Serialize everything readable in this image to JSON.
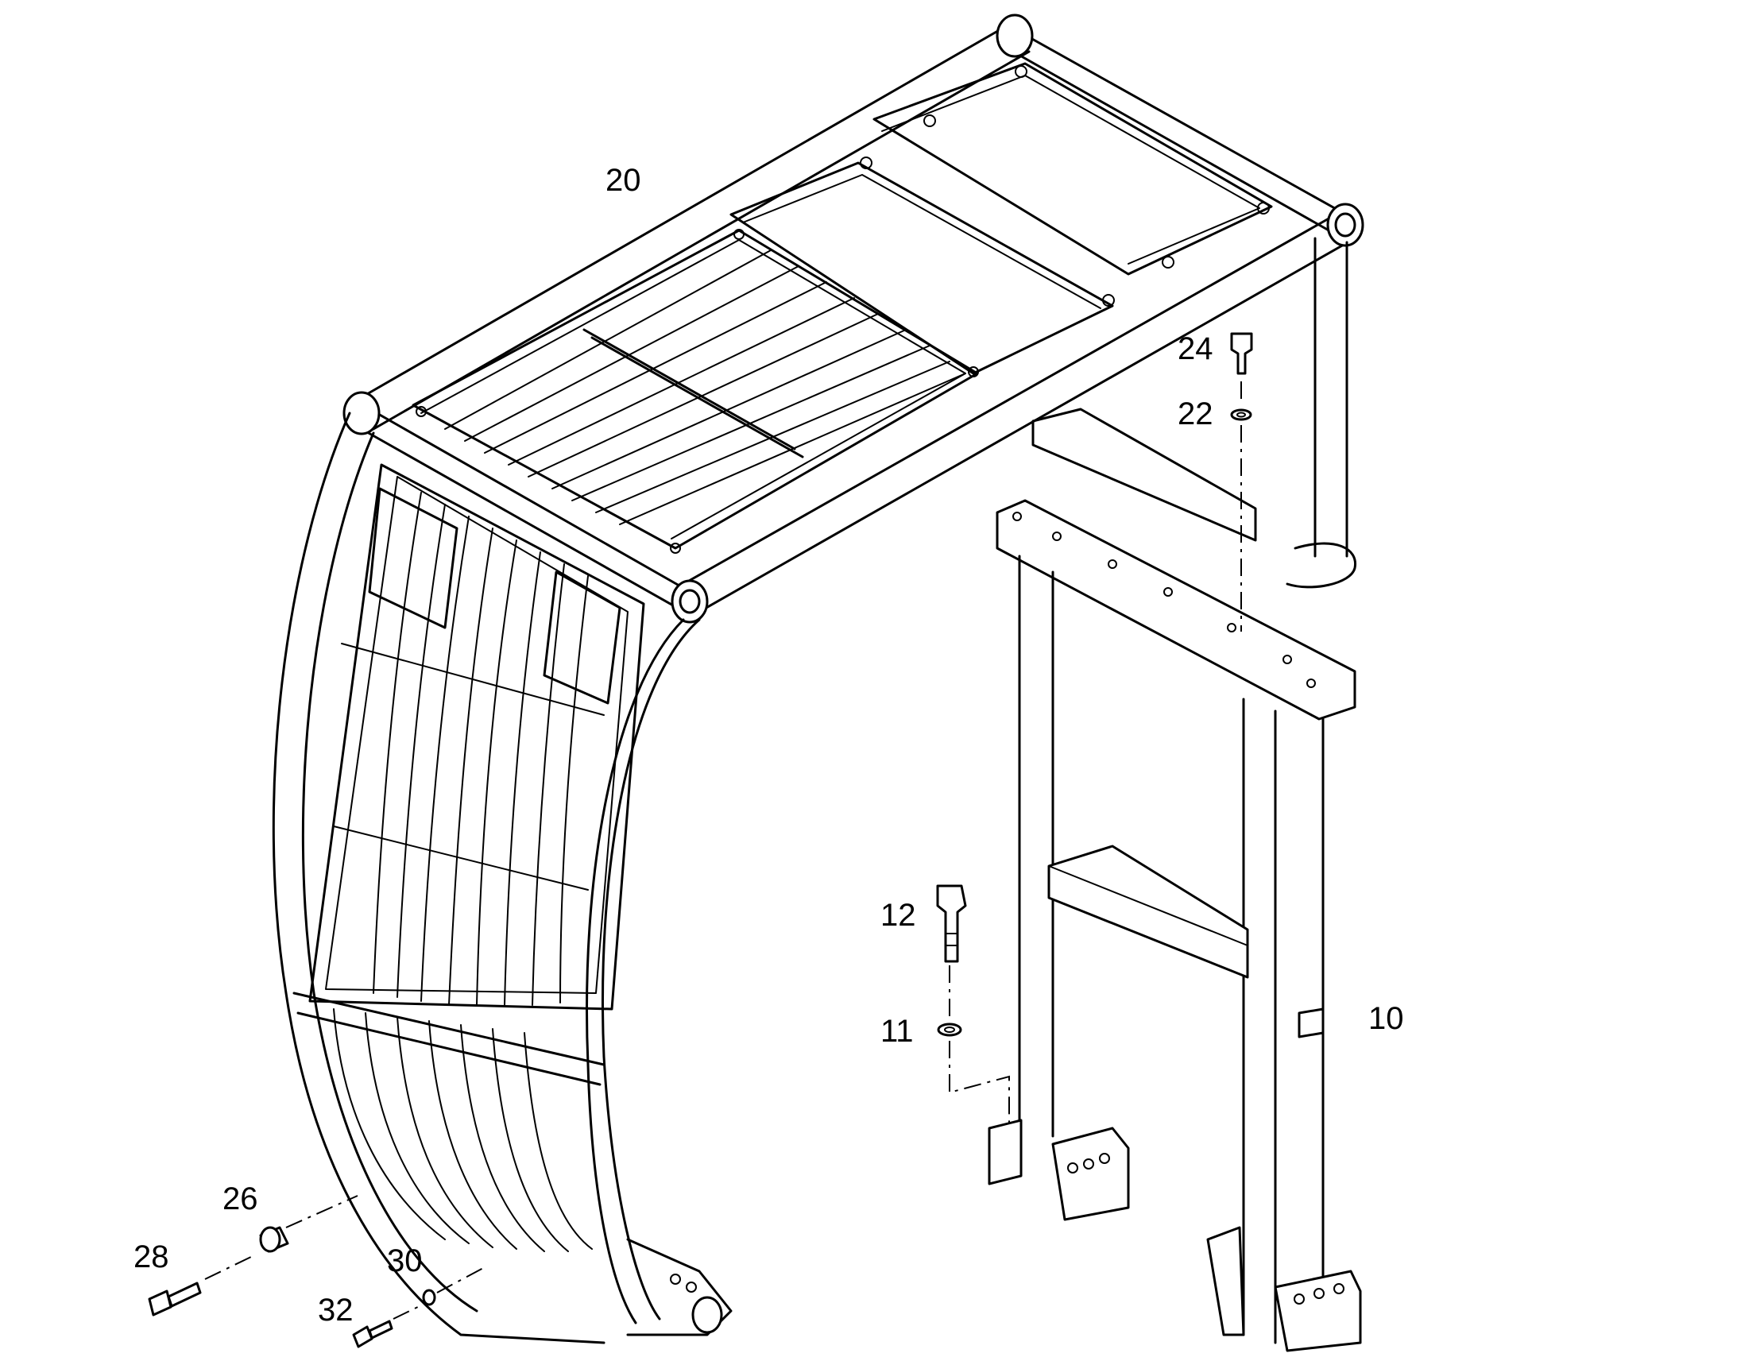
{
  "callouts": {
    "c10": "10",
    "c11": "11",
    "c12": "12",
    "c20": "20",
    "c22": "22",
    "c24": "24",
    "c26": "26",
    "c28": "28",
    "c30": "30",
    "c32": "32"
  },
  "colors": {
    "line": "#000000",
    "background": "#ffffff"
  }
}
